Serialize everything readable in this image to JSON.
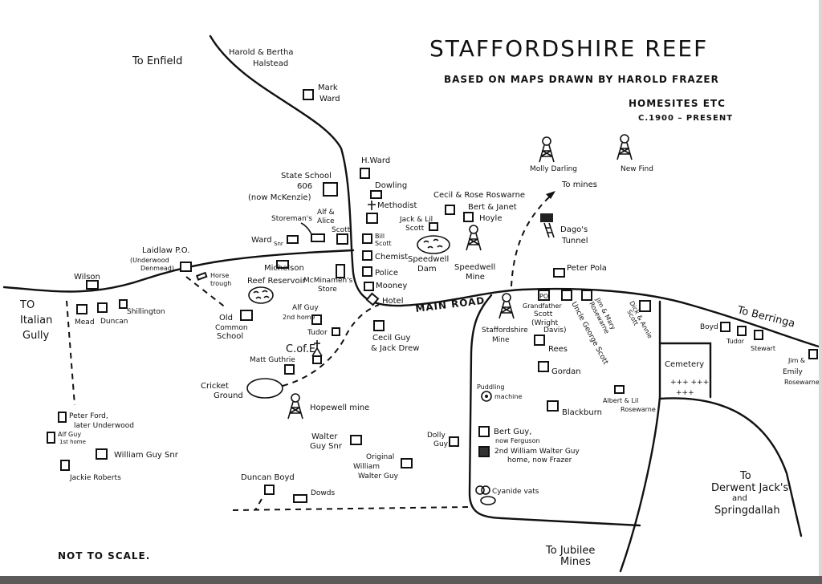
{
  "title": "STAFFORDSHIRE REEF",
  "subtitle": "BASED ON MAPS DRAWN BY HAROLD FRAZER",
  "homesites": "HOMESITES ETC",
  "period": "C.1900 – PRESENT",
  "not_to_scale": "NOT TO SCALE.",
  "main_road": "MAIN ROAD",
  "directions": {
    "enfield": "To Enfield",
    "italian_gully": [
      "TO",
      "Italian",
      "Gully"
    ],
    "berringa": "To Berringa",
    "mines": "To mines",
    "derwent": [
      "To",
      "Derwent Jack's",
      "and",
      "Springdallah"
    ],
    "jubilee": [
      "To Jubilee",
      "Mines"
    ]
  },
  "labels": {
    "halstead": [
      "Harold & Bertha",
      "Halstead"
    ],
    "mark_ward": [
      "Mark",
      "Ward"
    ],
    "h_ward": "H.Ward",
    "dowling": "Dowling",
    "methodist": "Methodist",
    "cecil_rose": "Cecil & Rose Roswarne",
    "bert_janet": [
      "Bert & Janet",
      "Hoyle"
    ],
    "jack_lil": [
      "Jack & Lil",
      "Scott"
    ],
    "bill_scott": [
      "Bill",
      "Scott"
    ],
    "chemist": "Chemist",
    "police": "Police",
    "mooney": "Mooney",
    "hotel": "Hotel",
    "speedwell_dam": [
      "Speedwell",
      "Dam"
    ],
    "speedwell_mine": [
      "Speedwell",
      "Mine"
    ],
    "molly_darling": "Molly Darling",
    "new_find": "New Find",
    "dagos_tunnel": [
      "Dago's",
      "Tunnel"
    ],
    "peter_pola": "Peter Pola",
    "state_school": [
      "State School",
      "606",
      "(now McKenzie)"
    ],
    "storemans": "Storeman's",
    "alf_alice": [
      "Alf &",
      "Alice",
      "Scott"
    ],
    "ward_snr": [
      "Ward",
      "Snr"
    ],
    "laidlaw": [
      "Laidlaw P.O.",
      "(Underwood",
      "Denmead)"
    ],
    "wilson": "Wilson",
    "mead": "Mead",
    "duncan": "Duncan",
    "shillington": "Shillington",
    "horse_trough": [
      "Horse",
      "trough"
    ],
    "michelson": "Michelson",
    "reef_reservoir": "Reef Reservoir",
    "mcminamens": [
      "McMinamen's",
      "Store"
    ],
    "old_school": [
      "Old",
      "Common",
      "School"
    ],
    "alf_guy_2nd": [
      "Alf Guy",
      "2nd home"
    ],
    "tudor_w": "Tudor",
    "c_of_e": "C.of.E",
    "matt_guthrie": "Matt Guthrie",
    "cricket": [
      "Cricket",
      "Ground"
    ],
    "hopewell": "Hopewell mine",
    "cecil_guy": [
      "Cecil Guy",
      "& Jack Drew"
    ],
    "walter_guy_snr": [
      "Walter",
      "Guy Snr"
    ],
    "original_wwg": [
      "Original",
      "William",
      "Walter Guy"
    ],
    "dolly_guy": [
      "Dolly",
      "Guy"
    ],
    "duncan_boyd": "Duncan Boyd",
    "dowds": "Dowds",
    "peter_ford": [
      "Peter Ford,",
      "later Underwood"
    ],
    "alf_guy_1st": [
      "Alf Guy",
      "1st home"
    ],
    "william_guy_snr": "William Guy Snr",
    "jackie_roberts": "Jackie Roberts",
    "po": "PO",
    "grandfather_scott": [
      "Grandfather",
      "Scott",
      "(Wright",
      "Davis)"
    ],
    "uncle_george": "Uncle George Scott",
    "jim_mary": [
      "Jim & Mary",
      "Rosewarne"
    ],
    "dick_annie": [
      "Dick & Annie",
      "Scott"
    ],
    "staffordshire_mine": [
      "Staffordshire",
      "Mine"
    ],
    "rees": "Rees",
    "gordan": "Gordan",
    "puddling": [
      "Puddling",
      "machine"
    ],
    "blackburn": "Blackburn",
    "albert_lil": [
      "Albert & Lil",
      "Rosewarne"
    ],
    "bert_guy": [
      "Bert Guy,",
      "now Ferguson"
    ],
    "wwg_2nd": [
      "2nd William Walter Guy",
      "home, now Frazer"
    ],
    "cyanide": "Cyanide vats",
    "cemetery": "Cemetery",
    "crosses": [
      "+++ +++",
      "+++"
    ],
    "boyd": "Boyd",
    "tudor_e": "Tudor",
    "stewart": "Stewart",
    "jim_emily": [
      "Jim &",
      "Emily",
      "Rosewarne"
    ]
  }
}
